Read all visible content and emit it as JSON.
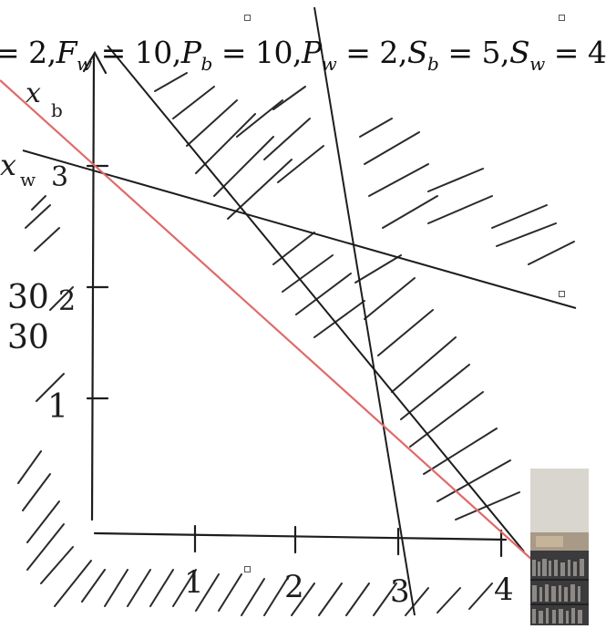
{
  "equation": {
    "lead": "= 2,",
    "f": "F",
    "f_sub": "w",
    "f_val": " = 10,",
    "pb": "P",
    "pb_sub": "b",
    "pb_val": " = 10,",
    "pw": "P",
    "pw_sub": "w",
    "pw_val": " = 2,",
    "sb": "S",
    "sb_sub": "b",
    "sb_val": " = 5,",
    "sw": "S",
    "sw_sub": "w",
    "sw_val": " = 4"
  },
  "hand_labels": {
    "x_b": "x",
    "x_b_sub": "b",
    "x_w": "x",
    "x_w_sub": "w",
    "y_ticks": [
      "3",
      "2",
      "1"
    ],
    "x_ticks": [
      "1",
      "2",
      "3",
      "4"
    ],
    "side_note_1": "30",
    "side_note_2": "30"
  },
  "colors": {
    "ink": "#1d1d1d",
    "objective_line": "#e06a6a",
    "background": "#ffffff"
  }
}
